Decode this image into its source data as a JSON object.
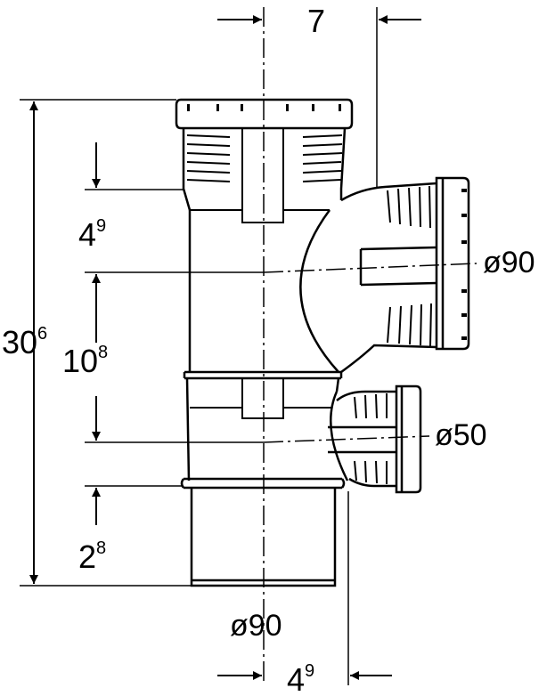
{
  "dimensions": {
    "top_offset": "7",
    "total_height_main": "30",
    "total_height_sup": "6",
    "upper_socket_main": "4",
    "upper_socket_sup": "9",
    "branch_spacing_main": "10",
    "branch_spacing_sup": "8",
    "lower_spigot_main": "2",
    "lower_spigot_sup": "8",
    "bottom_offset_main": "4",
    "bottom_offset_sup": "9"
  },
  "diameters": {
    "large_branch": "ø90",
    "small_branch": "ø50",
    "main_pipe": "ø90"
  },
  "colors": {
    "line": "#000000",
    "background": "#ffffff"
  }
}
